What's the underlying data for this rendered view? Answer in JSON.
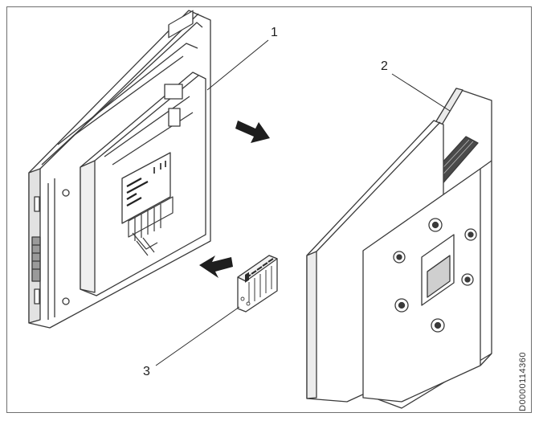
{
  "diagram": {
    "callouts": {
      "c1": "1",
      "c2": "2",
      "c3": "3"
    },
    "reference_code": "D0000114360"
  },
  "colors": {
    "line": "#3a3a3a",
    "light_fill": "#ffffff",
    "shade": "#d8d8d8",
    "dark": "#202020"
  }
}
